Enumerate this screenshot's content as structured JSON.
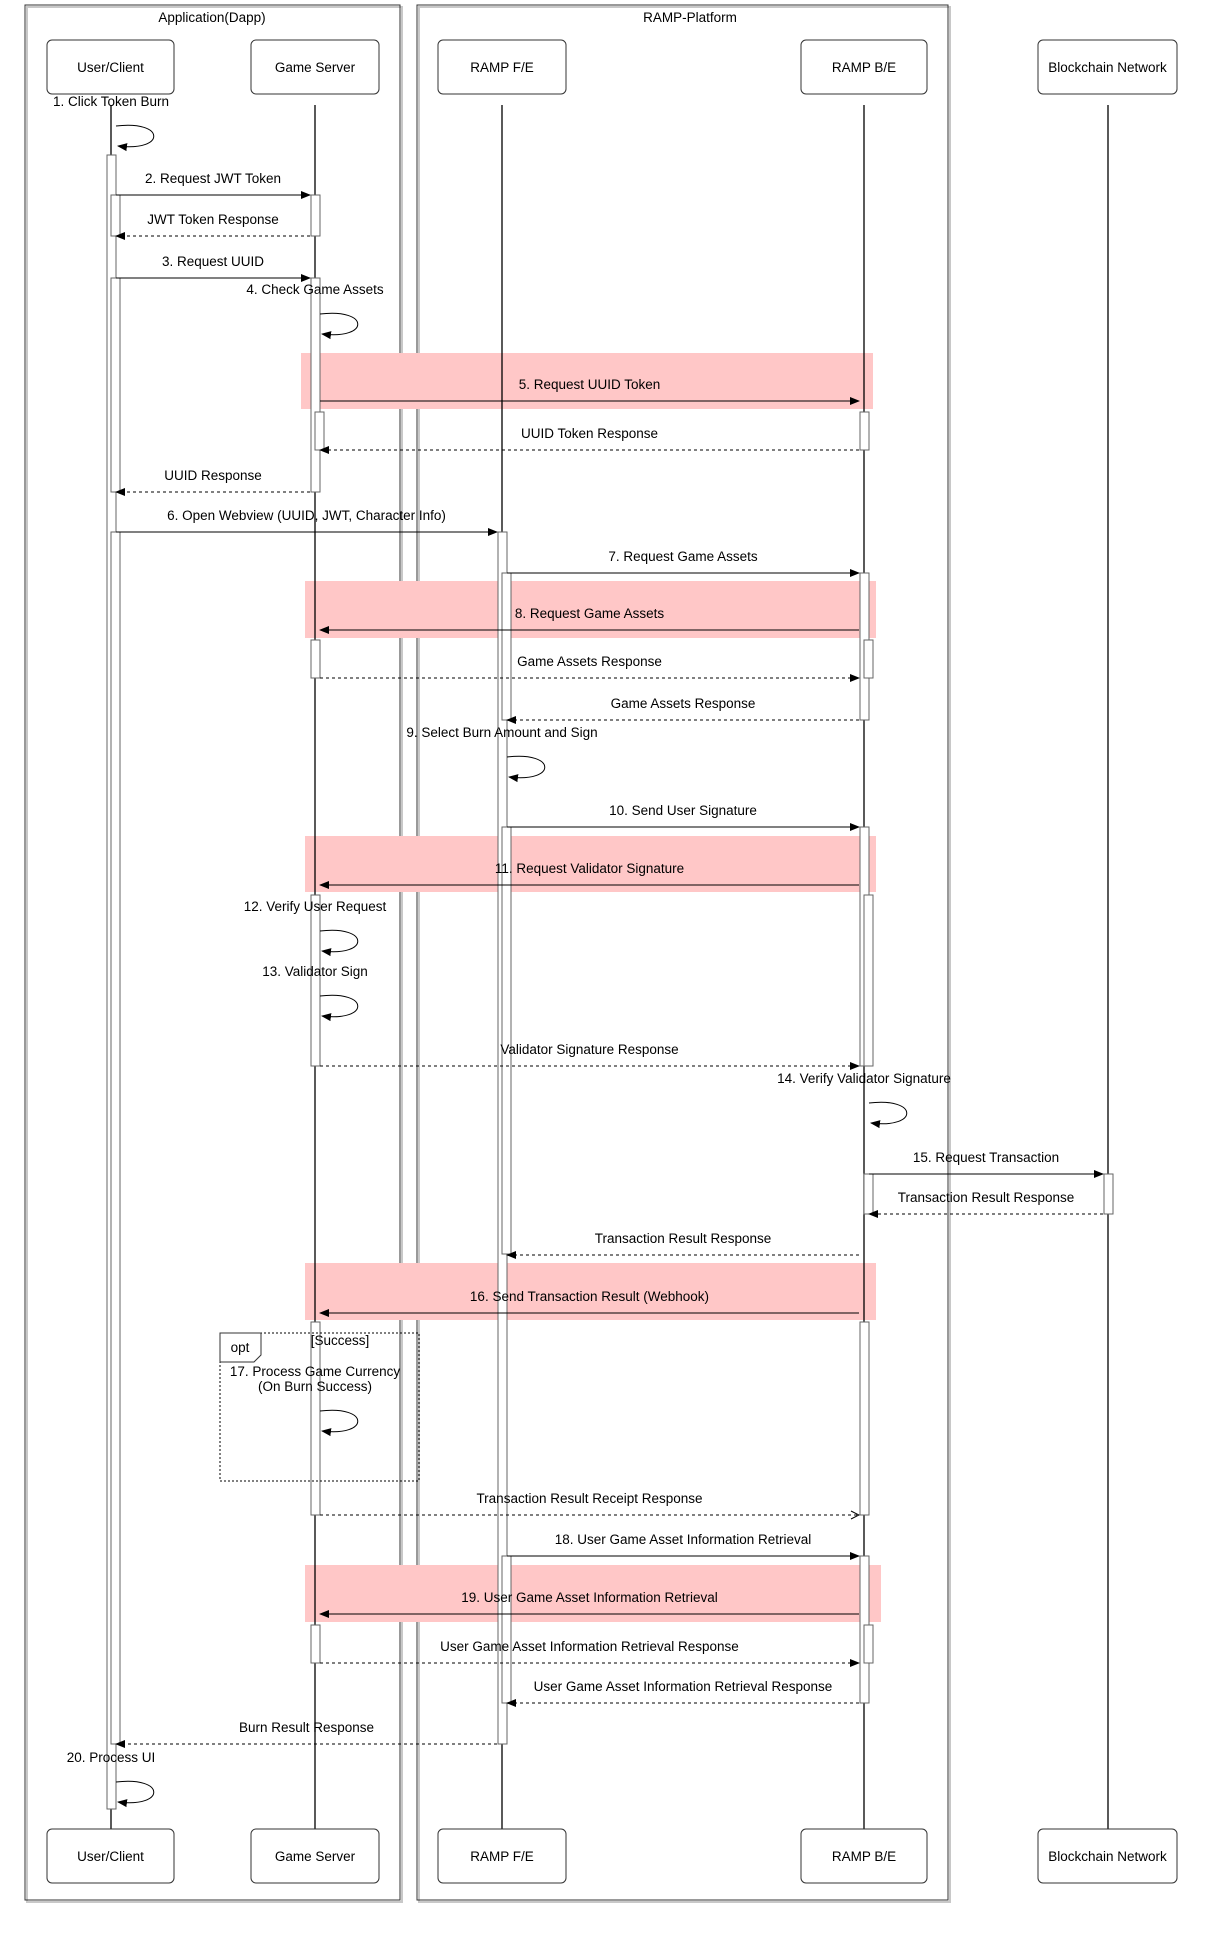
{
  "frames": [
    {
      "id": "app",
      "title": "Application(Dapp)"
    },
    {
      "id": "ramp",
      "title": "RAMP-Platform"
    }
  ],
  "participants": [
    {
      "id": "user",
      "label": "User/Client"
    },
    {
      "id": "game",
      "label": "Game Server"
    },
    {
      "id": "fe",
      "label": "RAMP F/E"
    },
    {
      "id": "be",
      "label": "RAMP B/E"
    },
    {
      "id": "bc",
      "label": "Blockchain Network"
    }
  ],
  "colors": {
    "highlight": "#ffc7c7",
    "line": "#000000",
    "activation_border": "#666666"
  },
  "messages": [
    {
      "from": "user",
      "to": "user",
      "type": "self",
      "label": "1. Click Token Burn"
    },
    {
      "from": "user",
      "to": "game",
      "type": "sync",
      "label": "2. Request JWT Token"
    },
    {
      "from": "game",
      "to": "user",
      "type": "reply",
      "label": "JWT Token Response"
    },
    {
      "from": "user",
      "to": "game",
      "type": "sync",
      "label": "3. Request UUID"
    },
    {
      "from": "game",
      "to": "game",
      "type": "self",
      "label": "4. Check Game Assets"
    },
    {
      "from": "game",
      "to": "be",
      "type": "sync",
      "label": "5. Request UUID Token",
      "highlight": true
    },
    {
      "from": "be",
      "to": "game",
      "type": "reply",
      "label": "UUID Token Response"
    },
    {
      "from": "game",
      "to": "user",
      "type": "reply",
      "label": "UUID Response"
    },
    {
      "from": "user",
      "to": "fe",
      "type": "sync",
      "label": "6. Open Webview (UUID, JWT, Character Info)"
    },
    {
      "from": "fe",
      "to": "be",
      "type": "sync",
      "label": "7. Request Game Assets"
    },
    {
      "from": "be",
      "to": "game",
      "type": "sync",
      "label": "8. Request Game Assets",
      "highlight": true
    },
    {
      "from": "game",
      "to": "be",
      "type": "reply",
      "label": "Game Assets Response"
    },
    {
      "from": "be",
      "to": "fe",
      "type": "reply",
      "label": "Game Assets Response"
    },
    {
      "from": "fe",
      "to": "fe",
      "type": "self",
      "label": "9. Select Burn Amount and Sign"
    },
    {
      "from": "fe",
      "to": "be",
      "type": "sync",
      "label": "10. Send User Signature"
    },
    {
      "from": "be",
      "to": "game",
      "type": "sync",
      "label": "11. Request Validator Signature",
      "highlight": true
    },
    {
      "from": "game",
      "to": "game",
      "type": "self",
      "label": "12. Verify User Request"
    },
    {
      "from": "game",
      "to": "game",
      "type": "self",
      "label": "13. Validator Sign"
    },
    {
      "from": "game",
      "to": "be",
      "type": "reply",
      "label": "Validator Signature Response"
    },
    {
      "from": "be",
      "to": "be",
      "type": "self",
      "label": "14. Verify Validator Signature"
    },
    {
      "from": "be",
      "to": "bc",
      "type": "sync",
      "label": "15. Request Transaction"
    },
    {
      "from": "bc",
      "to": "be",
      "type": "reply",
      "label": "Transaction Result Response"
    },
    {
      "from": "be",
      "to": "fe",
      "type": "reply",
      "label": "Transaction Result Response"
    },
    {
      "from": "be",
      "to": "game",
      "type": "sync",
      "label": "16. Send Transaction Result (Webhook)",
      "highlight": true
    },
    {
      "from": "game",
      "to": "game",
      "type": "self",
      "label": "17. Process Game Currency\n(On Burn Success)"
    },
    {
      "from": "game",
      "to": "be",
      "type": "reply-open",
      "label": "Transaction Result Receipt Response"
    },
    {
      "from": "fe",
      "to": "be",
      "type": "sync",
      "label": "18. User Game Asset Information Retrieval"
    },
    {
      "from": "be",
      "to": "game",
      "type": "sync",
      "label": "19. User Game Asset Information Retrieval",
      "highlight": true
    },
    {
      "from": "game",
      "to": "be",
      "type": "reply",
      "label": "User Game Asset Information Retrieval Response"
    },
    {
      "from": "be",
      "to": "fe",
      "type": "reply",
      "label": "User Game Asset Information Retrieval Response"
    },
    {
      "from": "fe",
      "to": "user",
      "type": "reply",
      "label": "Burn Result Response"
    },
    {
      "from": "user",
      "to": "user",
      "type": "self",
      "label": "20. Process UI"
    }
  ],
  "fragment": {
    "operator": "opt",
    "guard": "[Success]"
  }
}
